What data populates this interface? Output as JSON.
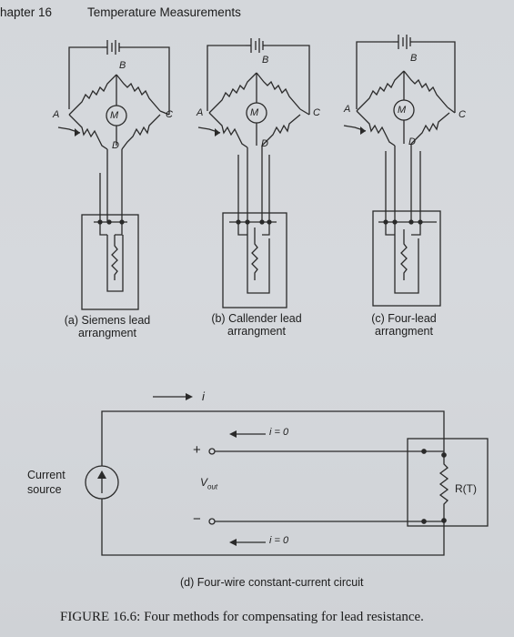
{
  "header": {
    "chapter": "hapter 16",
    "title": "Temperature Measurements"
  },
  "bridge": {
    "node_a": "A",
    "node_b": "B",
    "node_c": "C",
    "node_d": "D",
    "meter": "M"
  },
  "panels": [
    {
      "caption": "(a) Siemens lead\narrangment"
    },
    {
      "caption": "(b) Callender lead\narrangment"
    },
    {
      "caption": "(c) Four-lead\narrangment"
    }
  ],
  "circuit": {
    "current_label": "i",
    "i_zero_top": "i = 0",
    "i_zero_bottom": "i = 0",
    "plus": "+",
    "minus": "−",
    "vout": "V",
    "vout_sub": "out",
    "source_label": "Current\nsource",
    "rt_label": "R(T)",
    "caption": "(d) Four-wire constant-current circuit"
  },
  "figure_caption": "FIGURE 16.6: Four methods for compensating for lead resistance.",
  "icons": [
    "battery-icon",
    "resistor-icon",
    "meter-icon",
    "current-source-icon",
    "arrow-icon"
  ]
}
